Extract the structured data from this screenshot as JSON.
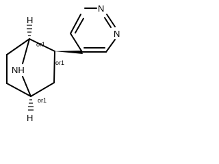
{
  "structure": {
    "atoms": {
      "pyrimidine_n1": "N",
      "pyrimidine_n3": "N",
      "bridge_nh": "NH",
      "h_top": "H",
      "h_bottom": "H"
    },
    "stereo": {
      "c1": "or1",
      "c2": "or1",
      "c4": "or1"
    }
  },
  "colors": {
    "bond": "#000000",
    "background": "#ffffff"
  }
}
